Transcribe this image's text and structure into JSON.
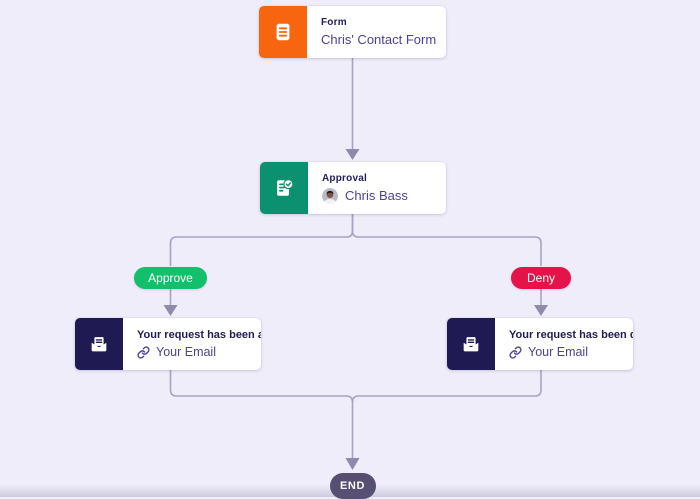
{
  "canvas": {
    "bg": "#EFEDFA",
    "line_color": "#A8A3C3",
    "arrow_color": "#8F89AC"
  },
  "nodes": {
    "form": {
      "type_label": "Form",
      "title": "Chris' Contact Form",
      "icon": "form-icon",
      "accent": "#F8650F"
    },
    "approval": {
      "type_label": "Approval",
      "assignee": "Chris Bass",
      "icon": "approval-icon",
      "accent": "#0B9170"
    },
    "email_approved": {
      "title": "Your request has been approv...",
      "link_label": "Your Email",
      "icon": "email-icon",
      "link_icon": "link-icon",
      "accent": "#201A53"
    },
    "email_denied": {
      "title": "Your request has been denied.",
      "link_label": "Your Email",
      "icon": "email-icon",
      "link_icon": "link-icon",
      "accent": "#201A53"
    }
  },
  "branches": {
    "approve": {
      "label": "Approve",
      "color": "#12C06C"
    },
    "deny": {
      "label": "Deny",
      "color": "#E5134A"
    }
  },
  "end": {
    "label": "END",
    "color": "#574F71"
  }
}
